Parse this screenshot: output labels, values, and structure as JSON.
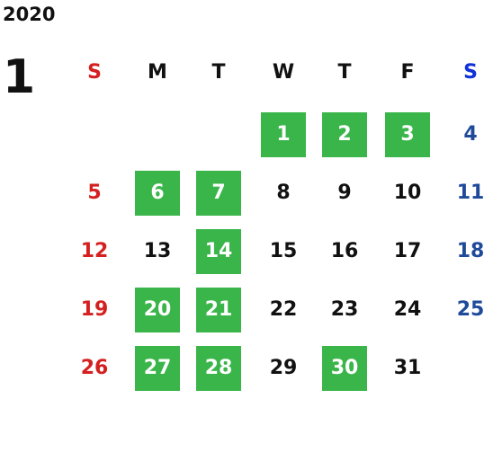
{
  "calendar": {
    "year": "2020",
    "month": "1",
    "weekdays": [
      "S",
      "M",
      "T",
      "W",
      "T",
      "F",
      "S"
    ],
    "first_weekday_index": 3,
    "days": [
      {
        "label": "1",
        "highlighted": true
      },
      {
        "label": "2",
        "highlighted": true
      },
      {
        "label": "3",
        "highlighted": true
      },
      {
        "label": "4",
        "highlighted": false
      },
      {
        "label": "5",
        "highlighted": false
      },
      {
        "label": "6",
        "highlighted": true
      },
      {
        "label": "7",
        "highlighted": true
      },
      {
        "label": "8",
        "highlighted": false
      },
      {
        "label": "9",
        "highlighted": false
      },
      {
        "label": "10",
        "highlighted": false
      },
      {
        "label": "11",
        "highlighted": false
      },
      {
        "label": "12",
        "highlighted": false
      },
      {
        "label": "13",
        "highlighted": false
      },
      {
        "label": "14",
        "highlighted": true
      },
      {
        "label": "15",
        "highlighted": false
      },
      {
        "label": "16",
        "highlighted": false
      },
      {
        "label": "17",
        "highlighted": false
      },
      {
        "label": "18",
        "highlighted": false
      },
      {
        "label": "19",
        "highlighted": false
      },
      {
        "label": "20",
        "highlighted": true
      },
      {
        "label": "21",
        "highlighted": true
      },
      {
        "label": "22",
        "highlighted": false
      },
      {
        "label": "23",
        "highlighted": false
      },
      {
        "label": "24",
        "highlighted": false
      },
      {
        "label": "25",
        "highlighted": false
      },
      {
        "label": "26",
        "highlighted": false
      },
      {
        "label": "27",
        "highlighted": true
      },
      {
        "label": "28",
        "highlighted": true
      },
      {
        "label": "29",
        "highlighted": false
      },
      {
        "label": "30",
        "highlighted": true
      },
      {
        "label": "31",
        "highlighted": false
      }
    ]
  },
  "colors": {
    "highlight": "#3ab54a",
    "sunday": "#d42020",
    "saturday": "#1f4a9a",
    "saturday_header": "#1030d8",
    "text": "#111111"
  }
}
